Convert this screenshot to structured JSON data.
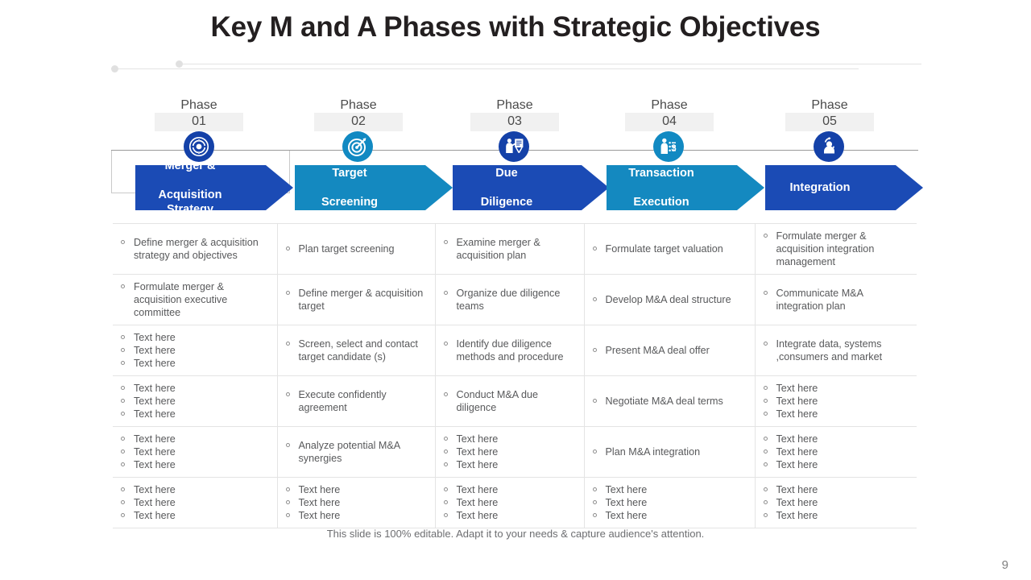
{
  "slide": {
    "title": "Key M and A Phases with Strategic Objectives",
    "footer_note": "This slide is 100% editable. Adapt it to your needs & capture audience's attention.",
    "page_number": "9"
  },
  "colors": {
    "dark_blue": "#1b4bb5",
    "teal_blue": "#1489c0",
    "icon_dark_blue": "#1441a8",
    "icon_teal": "#1189c2",
    "title": "#231f20",
    "body_text": "#58595b",
    "rule": "#e4e4e4"
  },
  "phases": [
    {
      "word": "Phase",
      "number": "01",
      "label": "Merger &\nAcquisition Strategy",
      "label_line1": "Merger &",
      "label_line2": "Acquisition Strategy",
      "color": "dark_blue",
      "icon": "atom-gear-icon"
    },
    {
      "word": "Phase",
      "number": "02",
      "label": "Target\nScreening",
      "label_line1": "Target",
      "label_line2": "Screening",
      "color": "teal_blue",
      "icon": "target-dart-icon"
    },
    {
      "word": "Phase",
      "number": "03",
      "label": "Due\nDiligence",
      "label_line1": "Due",
      "label_line2": "Diligence",
      "color": "dark_blue",
      "icon": "presenter-board-icon"
    },
    {
      "word": "Phase",
      "number": "04",
      "label": "Transaction\nExecution",
      "label_line1": "Transaction",
      "label_line2": "Execution",
      "color": "teal_blue",
      "icon": "person-money-list-icon"
    },
    {
      "word": "Phase",
      "number": "05",
      "label": "Integration",
      "label_line1": "Integration",
      "label_line2": "",
      "color": "dark_blue",
      "icon": "person-refresh-icon"
    }
  ],
  "table": {
    "columns": [
      "Merger & Acquisition Strategy",
      "Target Screening",
      "Due Diligence",
      "Transaction Execution",
      "Integration"
    ],
    "rows": [
      [
        [
          "Define merger & acquisition strategy and objectives"
        ],
        [
          "Plan target screening"
        ],
        [
          "Examine merger & acquisition plan"
        ],
        [
          "Formulate target valuation"
        ],
        [
          "Formulate merger & acquisition integration management"
        ]
      ],
      [
        [
          "Formulate merger & acquisition executive committee"
        ],
        [
          "Define merger & acquisition target"
        ],
        [
          "Organize due diligence teams"
        ],
        [
          "Develop M&A deal structure"
        ],
        [
          "Communicate M&A integration plan"
        ]
      ],
      [
        [
          "Text here",
          "Text here",
          "Text here"
        ],
        [
          "Screen, select and contact target candidate (s)"
        ],
        [
          "Identify due diligence methods and procedure"
        ],
        [
          "Present M&A deal offer"
        ],
        [
          "Integrate data, systems ,consumers and market"
        ]
      ],
      [
        [
          "Text here",
          "Text here",
          "Text here"
        ],
        [
          "Execute confidently agreement"
        ],
        [
          "Conduct M&A due diligence"
        ],
        [
          "Negotiate M&A deal terms"
        ],
        [
          "Text here",
          "Text here",
          "Text here"
        ]
      ],
      [
        [
          "Text here",
          "Text here",
          "Text here"
        ],
        [
          "Analyze potential M&A synergies"
        ],
        [
          "Text here",
          "Text here",
          "Text here"
        ],
        [
          "Plan M&A integration"
        ],
        [
          "Text here",
          "Text here",
          "Text here"
        ]
      ],
      [
        [
          "Text here",
          "Text here",
          "Text here"
        ],
        [
          "Text here",
          "Text here",
          "Text here"
        ],
        [
          "Text here",
          "Text here",
          "Text here"
        ],
        [
          "Text here",
          "Text here",
          "Text here"
        ],
        [
          "Text here",
          "Text here",
          "Text here"
        ]
      ]
    ],
    "justified_cells": [
      [
        1,
        3
      ],
      [
        3,
        3
      ]
    ]
  }
}
